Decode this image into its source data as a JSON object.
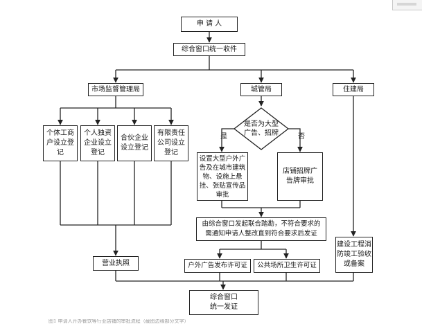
{
  "nodes": {
    "applicant": "申 请 人",
    "window_receive": "综合窗口统一收件",
    "market_bureau": "市场监督管理局",
    "urban_bureau": "城管局",
    "housing_bureau": "住建局",
    "reg_individual": "个体工商\n户设立登\n记",
    "reg_sole": "个人独资\n企业设立\n登记",
    "reg_partnership": "合伙企业\n设立登记",
    "reg_llc": "有限责任\n公司设立\n登记",
    "decision": "是否为大型\n广告、招牌",
    "large_ad": "设置大型户外广\n告及在城市建筑\n物、设施上悬\n挂、张贴宣传品\n审批",
    "shop_sign": "店铺招牌广\n告牌审批",
    "joint_survey": "由综合窗口发起联合踏勘，不符合要求的\n需通知申请人整改直到符合要求后发证",
    "business_license": "营业执照",
    "ad_permit": "户外广告发布许可证",
    "hygiene_permit": "公共场所卫生许可证",
    "fire_acceptance": "建设工程消\n防竣工验收\n或备案",
    "window_issue": "综合窗口\n统一发证"
  },
  "branch_labels": {
    "yes": "是",
    "no": "否"
  },
  "caption": "图1 申请人开办餐饮等行业店铺的审批流程（截图边缘部分文字）"
}
